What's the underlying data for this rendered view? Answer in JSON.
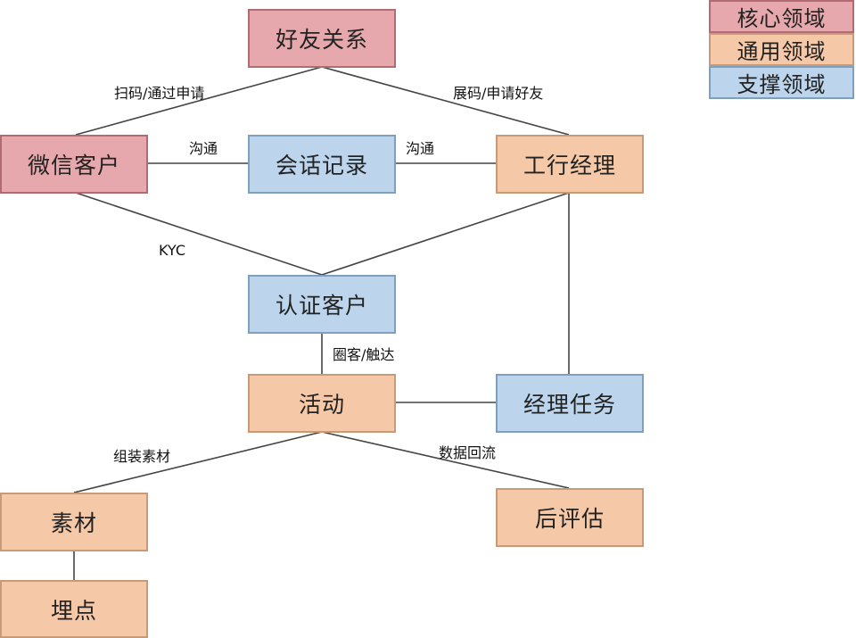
{
  "legend": {
    "core": "核心领域",
    "generic": "通用领域",
    "support": "支撑领域"
  },
  "nodes": {
    "friend": "好友关系",
    "wechat": "微信客户",
    "session": "会话记录",
    "manager": "工行经理",
    "certified": "认证客户",
    "activity": "活动",
    "task": "经理任务",
    "material": "素材",
    "tracking": "埋点",
    "evaluation": "后评估"
  },
  "edge_labels": {
    "scan": "扫码/通过申请",
    "show": "展码/申请好友",
    "comm_left": "沟通",
    "comm_right": "沟通",
    "kyc": "KYC",
    "circle": "圈客/触达",
    "assemble": "组装素材",
    "data_flow": "数据回流"
  },
  "colors": {
    "core": "#e6a8ad",
    "generic": "#f5c8a8",
    "support": "#bcd5ec",
    "line": "#444444"
  }
}
